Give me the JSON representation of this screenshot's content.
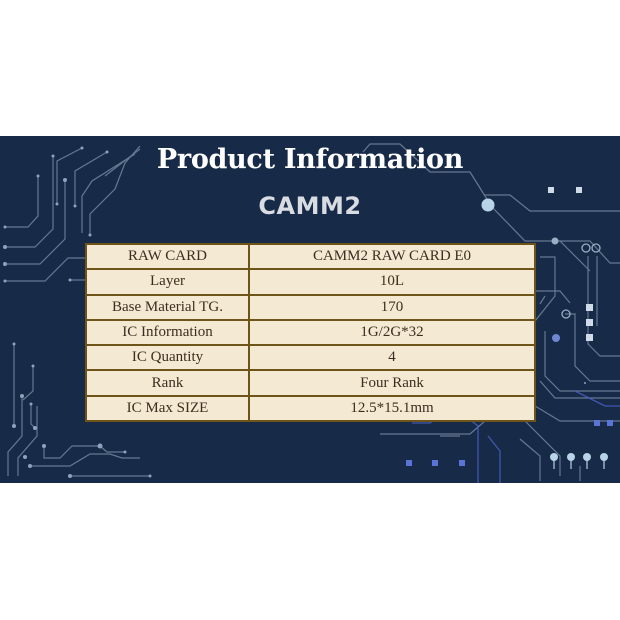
{
  "banner": {
    "title": "Product Information",
    "subtitle": "CAMM2",
    "colors": {
      "background": "#172a47",
      "table_fill": "#f4e9d2",
      "table_border": "#6e5418",
      "text": "#3b2e20",
      "trace": "#8fa3bd",
      "accent_blue": "#4b63c9",
      "node_light": "#b8d4e8"
    }
  },
  "spec_table": {
    "rows": [
      {
        "label": "RAW CARD",
        "value": "CAMM2 RAW CARD E0"
      },
      {
        "label": "Layer",
        "value": "10L"
      },
      {
        "label": "Base Material TG.",
        "value": "170"
      },
      {
        "label": "IC Information",
        "value": "1G/2G*32"
      },
      {
        "label": "IC Quantity",
        "value": "4"
      },
      {
        "label": "Rank",
        "value": "Four Rank"
      },
      {
        "label": "IC Max SIZE",
        "value": "12.5*15.1mm"
      }
    ]
  }
}
